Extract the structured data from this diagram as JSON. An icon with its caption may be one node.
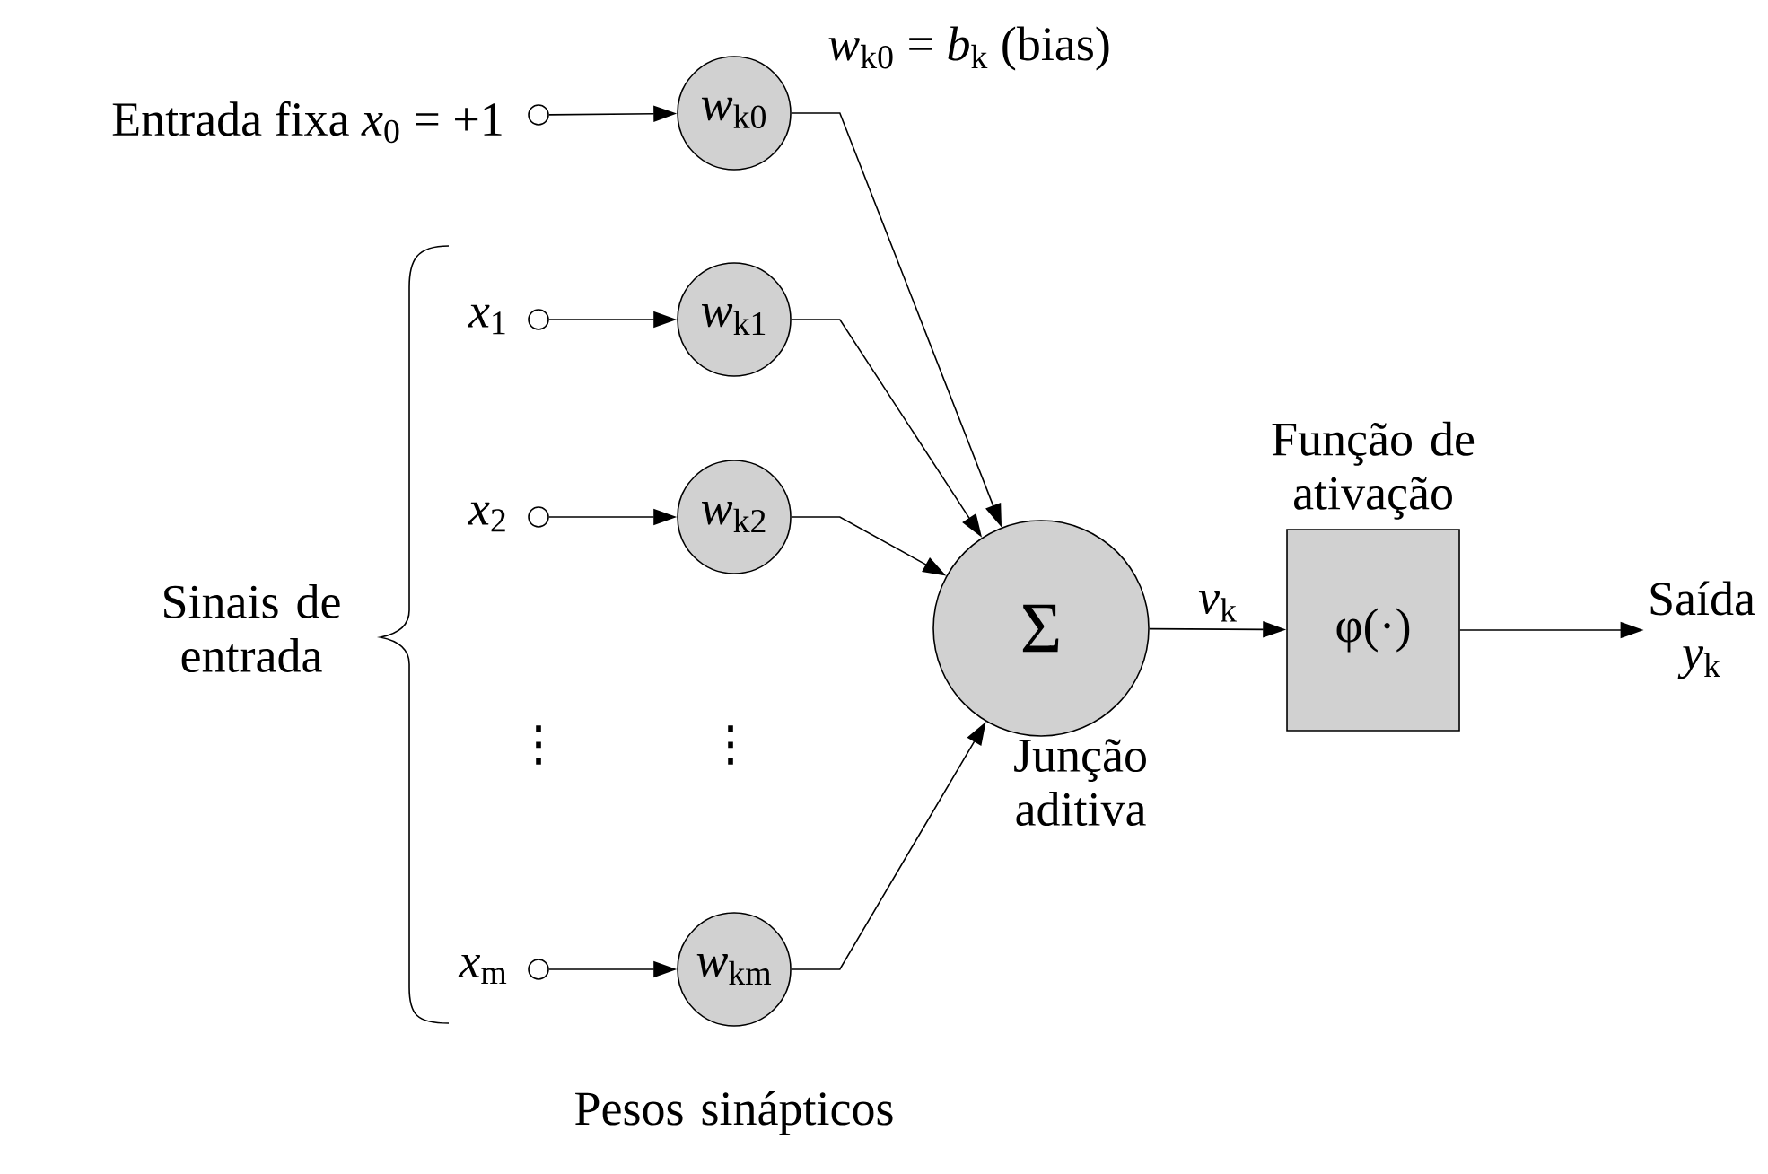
{
  "diagram": {
    "nodes": [
      {
        "text": [],
        "shape": "circle",
        "beside": [
          "Entrada fixa *x*$_{0}$ = +1"
        ]
      },
      {
        "text": [],
        "shape": "circle",
        "beside": [
          "*x*$_{1}$"
        ]
      },
      {
        "text": [],
        "shape": "circle",
        "beside": [
          "*x*$_{2}$"
        ]
      },
      {
        "text": [],
        "shape": "circle",
        "beside": [
          "*x*$_{m}$"
        ]
      },
      {
        "text": [
          "*w*$_{k0}$"
        ]
      },
      {
        "text": [
          "*w*$_{k1}$"
        ]
      },
      {
        "text": [
          "*w*$_{k2}$"
        ]
      },
      {
        "text": [
          "*w*$_{km}$"
        ]
      },
      {
        "text": [
          "Σ"
        ],
        "beside": [
          "Junção aditiva"
        ]
      },
      {
        "text": [
          "φ(·)"
        ],
        "beside": [
          "Função de ativação"
        ]
      },
      {
        "text": [
          "Saída *y*$_{k}$"
        ]
      }
    ],
    "edges": [
      {
        "from": 0,
        "to": 4,
        "arrow": "to"
      },
      {
        "from": 1,
        "to": 5,
        "arrow": "to"
      },
      {
        "from": 2,
        "to": 6,
        "arrow": "to"
      },
      {
        "from": 3,
        "to": 7,
        "arrow": "to"
      },
      {
        "from": 4,
        "to": 8,
        "arrow": "to"
      },
      {
        "from": 5,
        "to": 8,
        "arrow": "to"
      },
      {
        "from": 6,
        "to": 8,
        "arrow": "to"
      },
      {
        "from": 7,
        "to": 8,
        "arrow": "to"
      },
      {
        "from": 8,
        "to": 9,
        "arrow": "to",
        "label": "*v*$_{k}$"
      },
      {
        "from": 9,
        "to": 10,
        "arrow": "to"
      }
    ],
    "labels": [
      "*w*$_{k0}$ = *b*$_{k}$ (bias)",
      "Sinais de entrada",
      "⋮",
      "⋮",
      "Pesos sinápticos"
    ]
  }
}
